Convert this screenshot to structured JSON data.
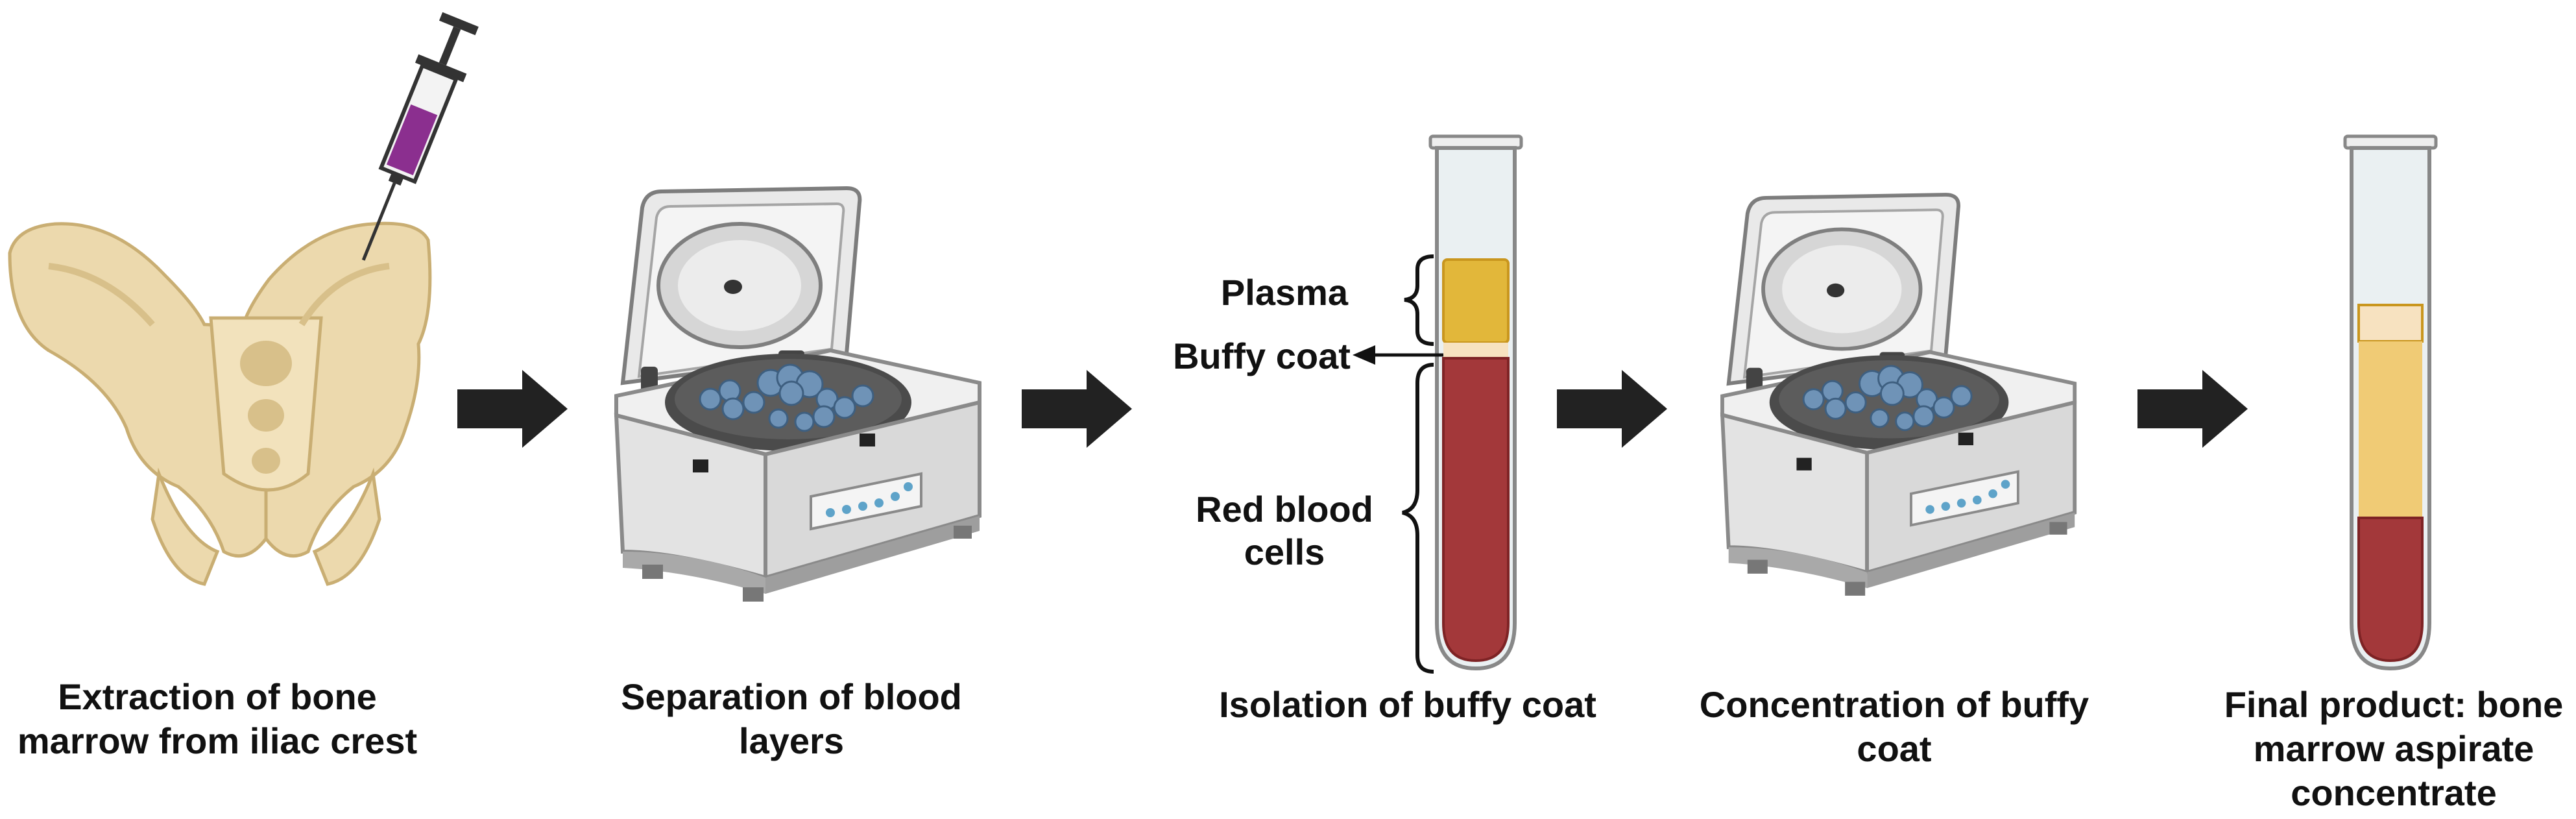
{
  "steps": [
    {
      "line1": "Extraction of bone",
      "line2": "marrow from iliac crest"
    },
    {
      "line1": "Separation of blood",
      "line2": "layers"
    },
    {
      "line1": "Isolation of buffy coat",
      "line2": ""
    },
    {
      "line1": "Concentration of buffy",
      "line2": "coat"
    },
    {
      "line1": "Final product: bone",
      "line2": "marrow aspirate",
      "line3": "concentrate"
    }
  ],
  "tube_labels": {
    "plasma": "Plasma",
    "buffy_coat": "Buffy coat",
    "red_line1": "Red blood",
    "red_line2": "cells"
  },
  "icons": [
    "pelvis-icon",
    "syringe-icon",
    "centrifuge-icon",
    "test-tube-icon",
    "arrow-right-icon"
  ],
  "colors": {
    "bone": "#ecd9ad",
    "bone_shadow": "#d8c08a",
    "syringe_fluid": "#8b2f8f",
    "plasma": "#e2b73a",
    "buffy_coat": "#f7e2c0",
    "red_blood_cells": "#a3383a",
    "concentrate_plasma": "#f0cb75",
    "arrow": "#222222",
    "centrifuge_body": "#e4e4e4",
    "centrifuge_rotor": "#6f93b7"
  }
}
